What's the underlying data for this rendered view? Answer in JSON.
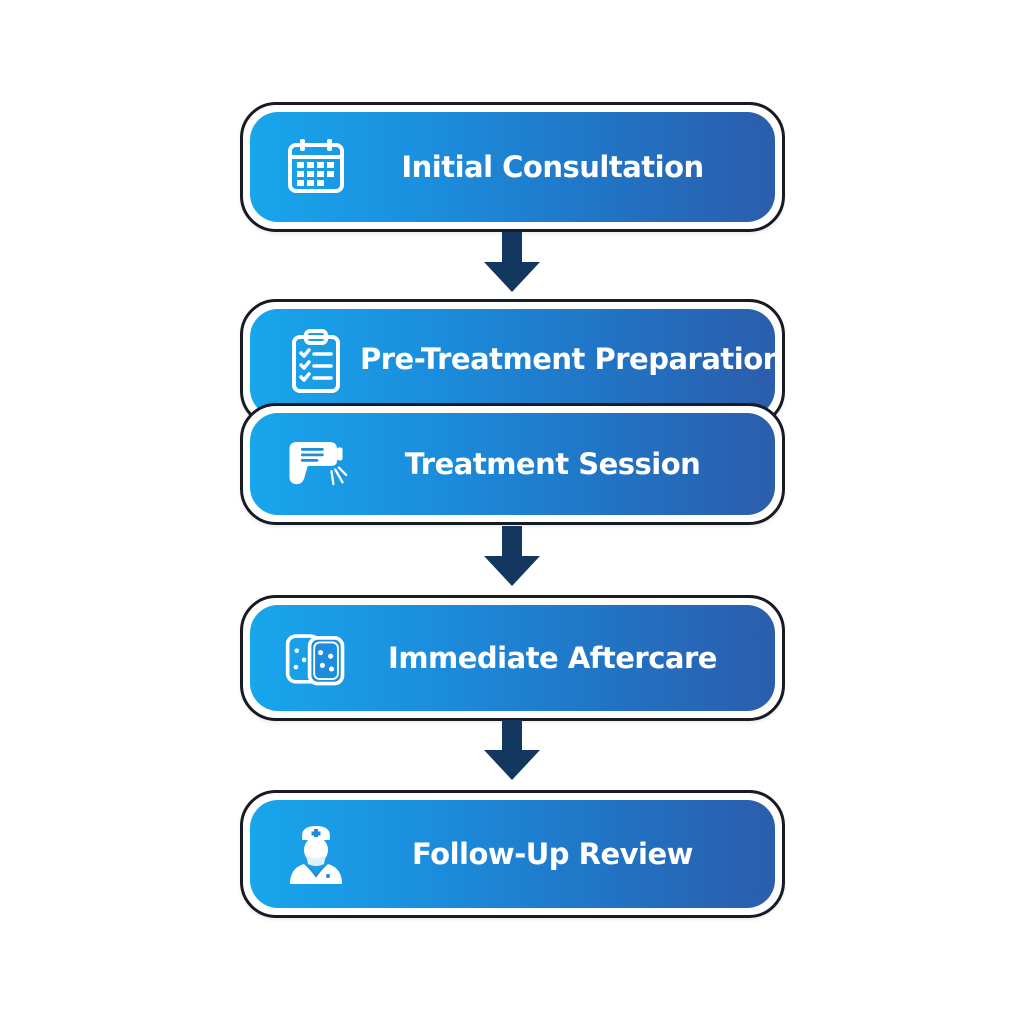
{
  "flow": {
    "steps": [
      {
        "label": "Initial Consultation",
        "icon": "calendar-icon"
      },
      {
        "label": "Pre-Treatment Preparation",
        "icon": "clipboard-checklist-icon"
      },
      {
        "label": "Treatment Session",
        "icon": "laser-device-icon"
      },
      {
        "label": "Immediate Aftercare",
        "icon": "bandage-patches-icon"
      },
      {
        "label": "Follow-Up Review",
        "icon": "doctor-icon"
      }
    ]
  },
  "colors": {
    "gradient_start": "#18a6ec",
    "gradient_end": "#2b5dac",
    "outline": "#161b24",
    "arrow": "#13375f",
    "text": "#ffffff"
  }
}
